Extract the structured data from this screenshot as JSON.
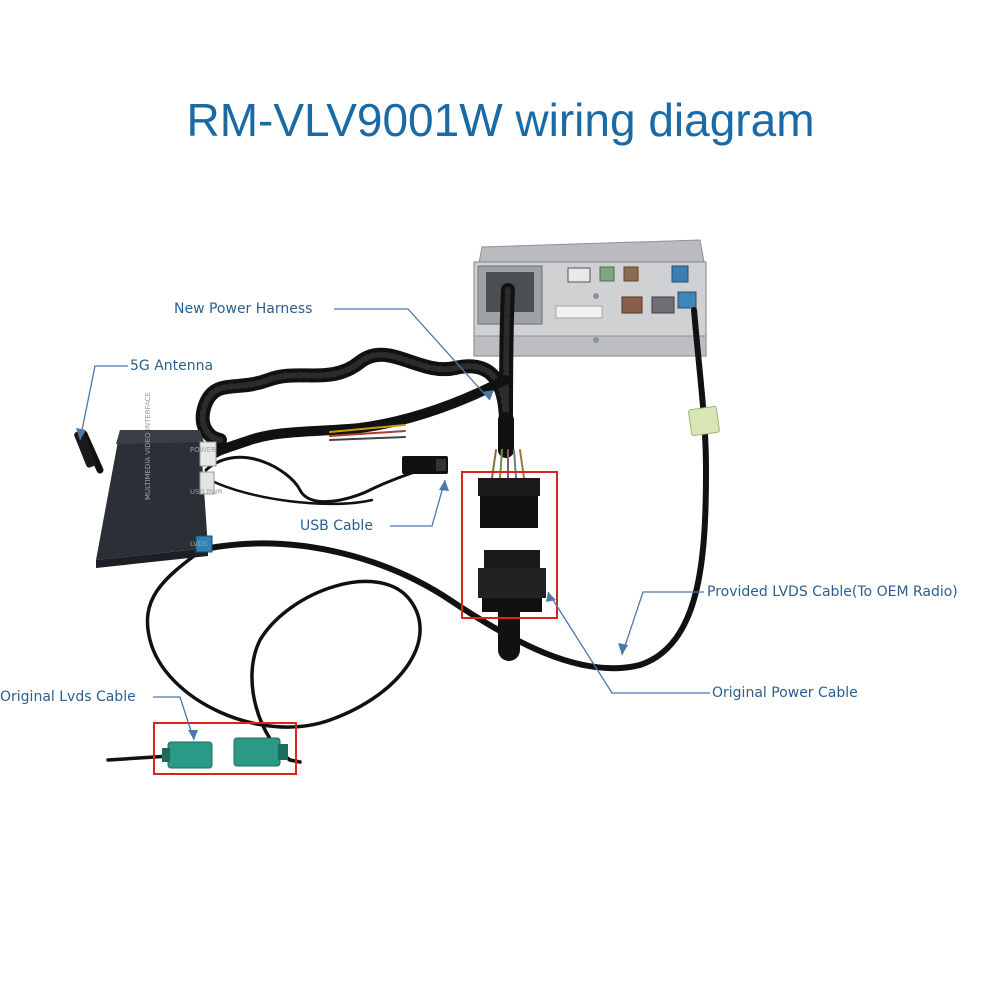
{
  "title": "RM-VLV9001W wiring diagram",
  "callouts": {
    "new_power_harness": "New Power Harness",
    "antenna_5g": "5G Antenna",
    "usb_cable": "USB  Cable",
    "provided_lvds": "Provided LVDS Cable(To OEM Radio)",
    "original_power": "Original Power Cable",
    "original_lvds": "Original Lvds Cable"
  },
  "module_labels": {
    "face": "MULTIMEDIA VIDEO INTERFACE",
    "port_lvds": "LVDS",
    "port_usb": "USB  PWR",
    "port_power": "POWER"
  },
  "colors": {
    "title": "#1a6aa6",
    "callout_text": "#2a5f8f",
    "leader": "#4a78a8",
    "highlight_box": "#d9261c",
    "cable": "#111111",
    "module_body": "#2b2f36",
    "radio_chassis": "#c9cbcd",
    "lvds_connector": "#2a9a86",
    "cable_tag": "#d8e6b6"
  }
}
